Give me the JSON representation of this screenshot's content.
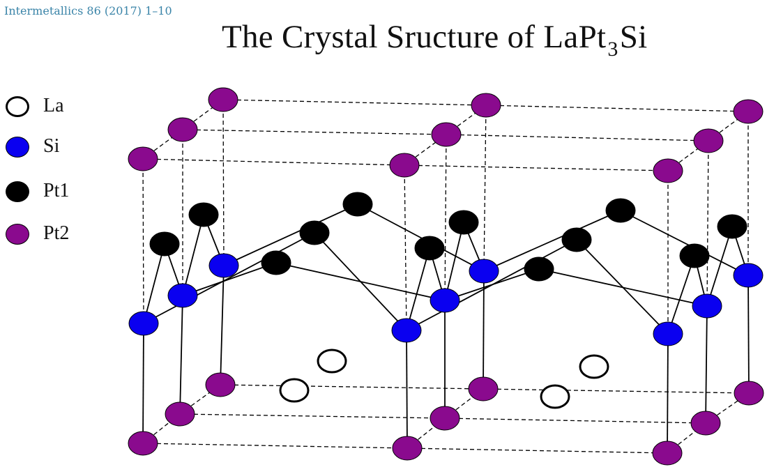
{
  "citation": "Intermetallics 86 (2017) 1–10",
  "title": {
    "prefix": "The Crystal Sructure of LaPt",
    "subscript": "3",
    "suffix": "Si"
  },
  "legend": [
    {
      "key": "la",
      "label": "La",
      "fill": "#ffffff",
      "stroke": "#000000"
    },
    {
      "key": "si",
      "label": "Si",
      "fill": "#0a00f0",
      "stroke": "#000000"
    },
    {
      "key": "pt1",
      "label": "Pt1",
      "fill": "#000000",
      "stroke": "#000000"
    },
    {
      "key": "pt2",
      "label": "Pt2",
      "fill": "#8a0a8e",
      "stroke": "#000000"
    }
  ],
  "colors": {
    "la": "#ffffff",
    "si": "#0a00f0",
    "pt1": "#000000",
    "pt2": "#8a0a8e",
    "bond": "#000000",
    "cell_edge": "#000000"
  }
}
